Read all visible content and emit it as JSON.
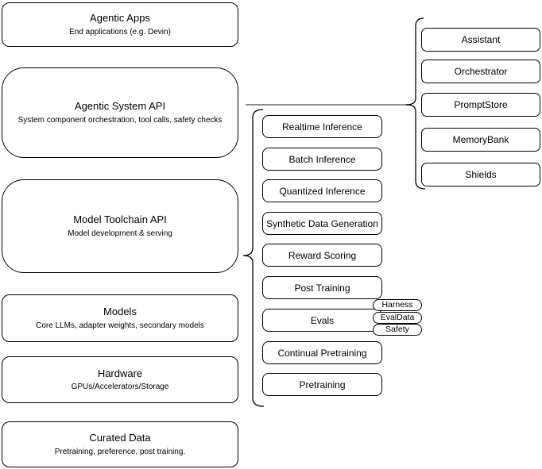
{
  "colors": {
    "background": "#ffffff",
    "box_border": "#000000",
    "text": "#000000",
    "connector_line": "#666666"
  },
  "stack": [
    {
      "title": "Agentic Apps",
      "subtitle": "End applications (e.g. Devin)"
    },
    {
      "title": "Agentic System API",
      "subtitle": "System component orchestration, tool calls, safety checks"
    },
    {
      "title": "Model Toolchain API",
      "subtitle": "Model development & serving"
    },
    {
      "title": "Models",
      "subtitle": "Core LLMs, adapter weights, secondary models"
    },
    {
      "title": "Hardware",
      "subtitle": "GPUs/Accelerators/Storage"
    },
    {
      "title": "Curated Data",
      "subtitle": "Pretraining, preference, post training."
    }
  ],
  "toolchain_capabilities": [
    "Realtime Inference",
    "Batch Inference",
    "Quantized Inference",
    "Synthetic Data Generation",
    "Reward Scoring",
    "Post Training",
    "Evals",
    "Continual Pretraining",
    "Pretraining"
  ],
  "eval_tags": [
    "Harness",
    "EvalData",
    "Safety"
  ],
  "system_components": [
    "Assistant",
    "Orchestrator",
    "PromptStore",
    "MemoryBank",
    "Shields"
  ]
}
